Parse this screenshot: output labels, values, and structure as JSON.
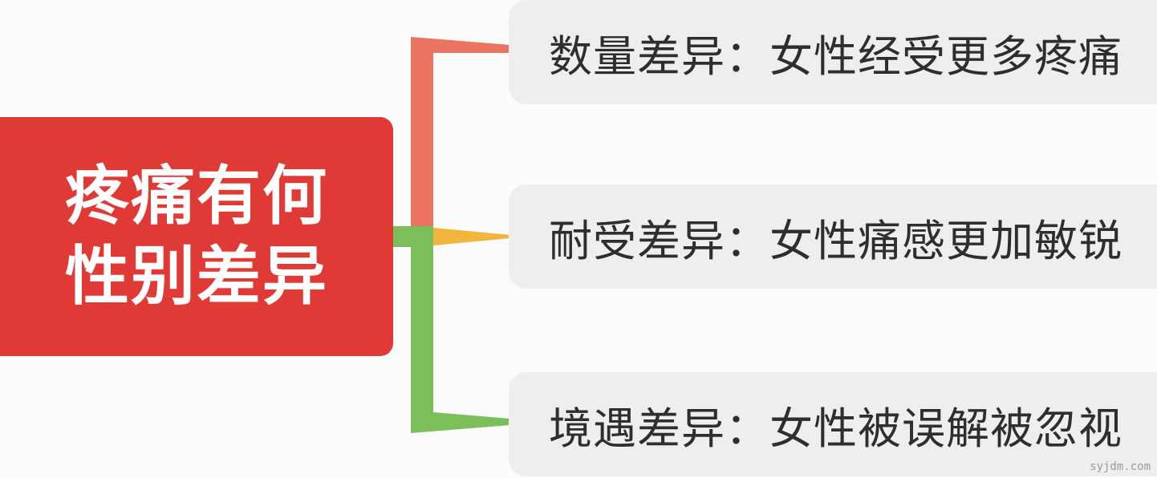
{
  "root": {
    "line1": "疼痛有何",
    "line2": "性别差异",
    "color": "#e03a36"
  },
  "branches": [
    {
      "text": "数量差异：女性经受更多疼痛",
      "color": "#ec7462"
    },
    {
      "text": "耐受差异：女性痛感更加敏锐",
      "color": "#f2b53e"
    },
    {
      "text": "境遇差异：女性被误解被忽视",
      "color": "#7cbf5a"
    }
  ],
  "node_background": "#eeeeee",
  "watermark": "syjdm.com"
}
